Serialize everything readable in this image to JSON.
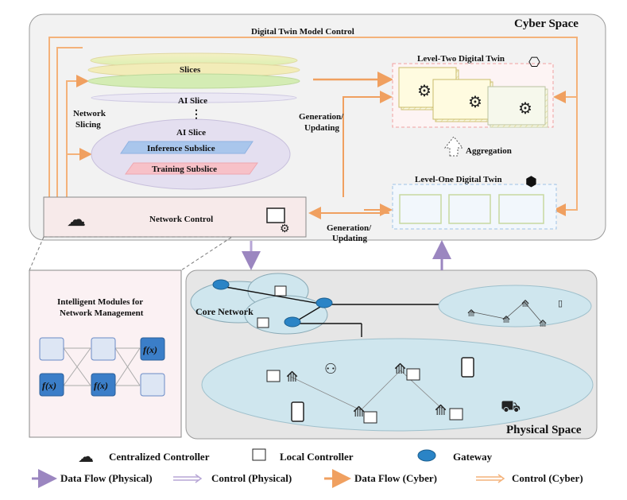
{
  "colors": {
    "data_flow_physical": "#9b86c0",
    "control_physical": "#b7a6d6",
    "data_flow_cyber": "#f0a060",
    "control_cyber": "#f4b27a",
    "cyber_bg": "#f2f2f2",
    "physical_bg": "#e6e6e6",
    "network_area": "#cfe6ee",
    "slice_ellipse": "#e4dff0",
    "level_two_border": "#f0a0a0",
    "level_one_border": "#9ec3e6",
    "modules_bg": "#fbf1f3"
  },
  "cyber": {
    "title": "Cyber Space",
    "model_control": "Digital Twin Model Control",
    "slices": "Slices",
    "ai_slice_1": "AI Slice",
    "ellipsis": "⋮",
    "ai_slice_2": "AI Slice",
    "inference": "Inference Subslice",
    "training": "Training Subslice",
    "network_slicing_1": "Network",
    "network_slicing_2": "Slicing",
    "gen_upd_upper_1": "Generation/",
    "gen_upd_upper_2": "Updating",
    "gen_upd_lower_1": "Generation/",
    "gen_upd_lower_2": "Updating",
    "level_two": "Level-Two Digital Twin",
    "level_one": "Level-One Digital Twin",
    "aggregation": "Aggregation",
    "network_control": "Network Control"
  },
  "modules": {
    "title_1": "Intelligent Modules for",
    "title_2": "Network Management",
    "fx_label": "f(x)"
  },
  "physical": {
    "title": "Physical Space",
    "core_network": "Core Network"
  },
  "legend": {
    "centralized_controller": "Centralized Controller",
    "local_controller": "Local Controller",
    "gateway": "Gateway",
    "data_flow_physical": "Data Flow (Physical)",
    "control_physical": "Control (Physical)",
    "data_flow_cyber": "Data Flow (Cyber)",
    "control_cyber": "Control (Cyber)"
  }
}
